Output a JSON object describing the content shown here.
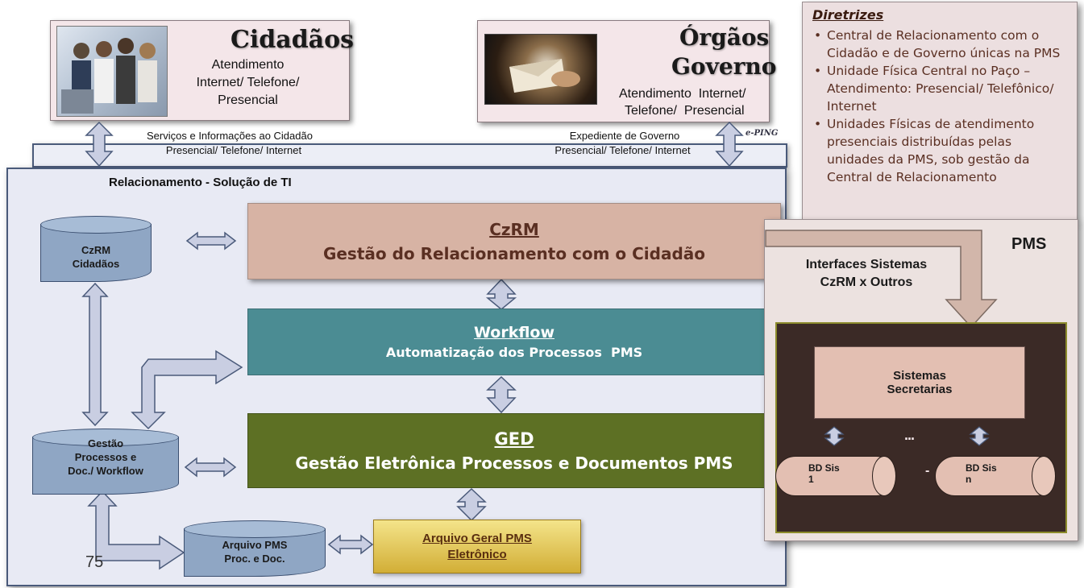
{
  "cidadaos": {
    "title": "Cidadãos",
    "line1": "Atendimento",
    "line2": "Internet/ Telefone/",
    "line3": "Presencial"
  },
  "orgaos": {
    "title1": "Órgãos",
    "title2": "Governo",
    "line1": "Atendimento  Internet/",
    "line2": "Telefone/  Presencial"
  },
  "channels": {
    "left1": "Serviços e Informações ao Cidadão",
    "left2": "Presencial/ Telefone/ Internet",
    "right1": "Expediente de Governo",
    "right2": "Presencial/ Telefone/ Internet",
    "eping": "e-PING"
  },
  "main": {
    "section_title": "Relacionamento - Solução de TI",
    "czrm_title": "CzRM",
    "czrm_subtitle": "Gestão do Relacionamento com o Cidadão",
    "wf_title": "Workflow",
    "wf_subtitle": "Automatização dos Processos  PMS",
    "ged_title": "GED",
    "ged_subtitle": "Gestão Eletrônica Processos e Documentos PMS",
    "arq_geral_1": "Arquivo Geral PMS",
    "arq_geral_2": "Eletrônico",
    "page_number": "75"
  },
  "databases": {
    "czrm_1": "CzRM",
    "czrm_2": "Cidadãos",
    "gestao_1": "Gestão",
    "gestao_2": "Processos e",
    "gestao_3": "Doc./ Workflow",
    "arq_1": "Arquivo PMS",
    "arq_2": "Proc. e Doc."
  },
  "diretrizes": {
    "title": "Diretrizes",
    "items": [
      "Central de Relacionamento com o Cidadão e de Governo únicas na PMS",
      "Unidade Física Central no Paço – Atendimento: Presencial/ Telefônico/ Internet",
      "Unidades Físicas de atendimento presenciais distribuídas pelas unidades da PMS, sob gestão da Central de Relacionamento"
    ]
  },
  "pms": {
    "label": "PMS",
    "interfaces_1": "Interfaces Sistemas",
    "interfaces_2": "CzRM x Outros",
    "sistemas_1": "Sistemas",
    "sistemas_2": "Secretarias",
    "ellipsis": "...",
    "dash": "-",
    "bd1_1": "BD Sis",
    "bd1_2": "1",
    "bdn_1": "BD Sis",
    "bdn_2": "n"
  },
  "colors": {
    "czrm": "#d7b3a4",
    "workflow": "#4b8c93",
    "ged": "#5d7024",
    "arquivo": "#e8cc5a",
    "database": "#8fa6c4",
    "arrow": "#c9cee2"
  }
}
